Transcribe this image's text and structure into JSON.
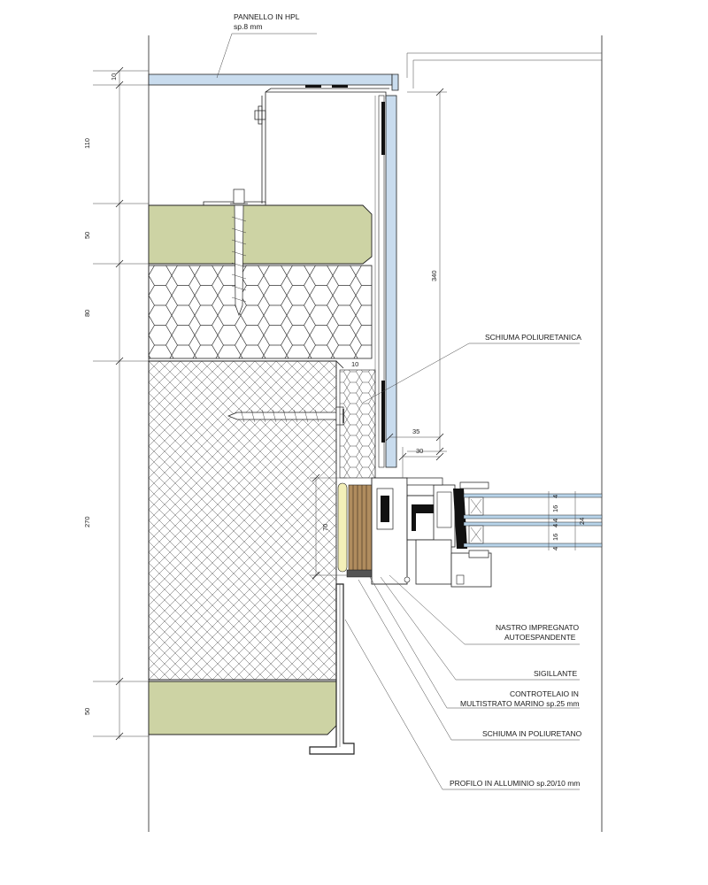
{
  "colors": {
    "hpl_panel": "#c9dcee",
    "glass": "#b8d4ea",
    "wood_board": "#cdd3a4",
    "hex_fill": "#ffffff",
    "crosshatch": "#555555",
    "frame_wood": "#9c7a52",
    "sealant": "#f3efb8",
    "profile": "#222222"
  },
  "labels": {
    "hpl_line1": "PANNELLO IN HPL",
    "hpl_line2": "sp.8 mm",
    "foam": "SCHIUMA POLIURETANICA",
    "tape_line1": "NASTRO IMPREGNATO",
    "tape_line2": "AUTOESPANDENTE",
    "sealant": "SIGILLANTE",
    "frame_line1": "CONTROTELAIO IN",
    "frame_line2": "MULTISTRATO MARINO sp.25 mm",
    "foam2": "SCHIUMA IN POLIURETANO",
    "profile": "PROFILO IN ALLUMINIO sp.20/10 mm"
  },
  "dimensions": {
    "left": [
      "10",
      "110",
      "50",
      "80",
      "270",
      "50"
    ],
    "d340": "340",
    "d10": "10",
    "d35": "35",
    "d30": "30",
    "d70": "70",
    "glass": [
      "4",
      "16",
      "4",
      "4",
      "16",
      "4"
    ],
    "d24": "24"
  }
}
